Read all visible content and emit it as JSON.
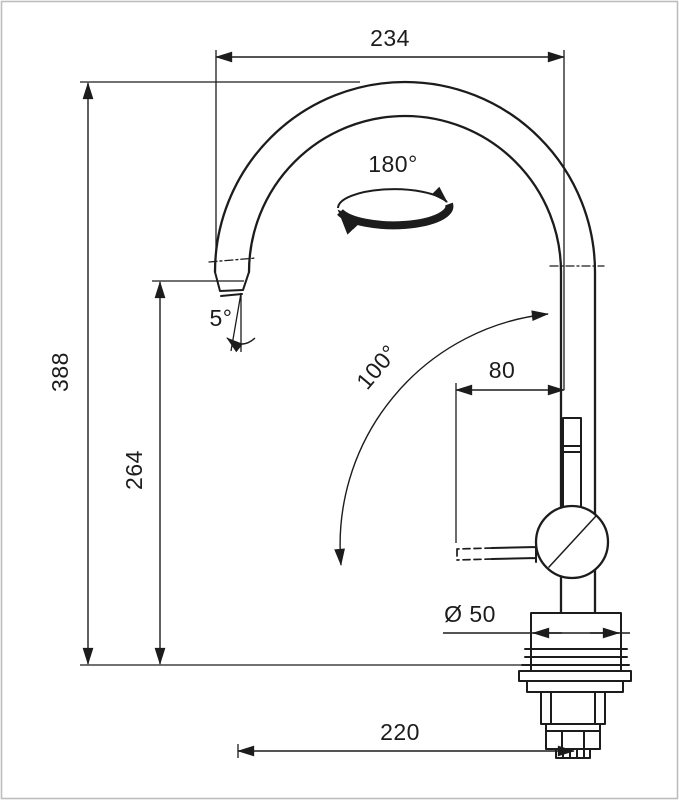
{
  "page": {
    "background": "#ffffff",
    "border_color": "#bdbdbd",
    "line_color": "#1c1c1c"
  },
  "drawing": {
    "kind": "faucet-installation-dimension-drawing",
    "labels": {
      "top_width": "234",
      "overall_height": "388",
      "spout_height": "264",
      "swivel_angle": "180°",
      "outlet_angle": "5°",
      "lever_angle": "100°",
      "lever_length": "80",
      "base_diameter": "Ø 50",
      "reach": "220"
    }
  }
}
